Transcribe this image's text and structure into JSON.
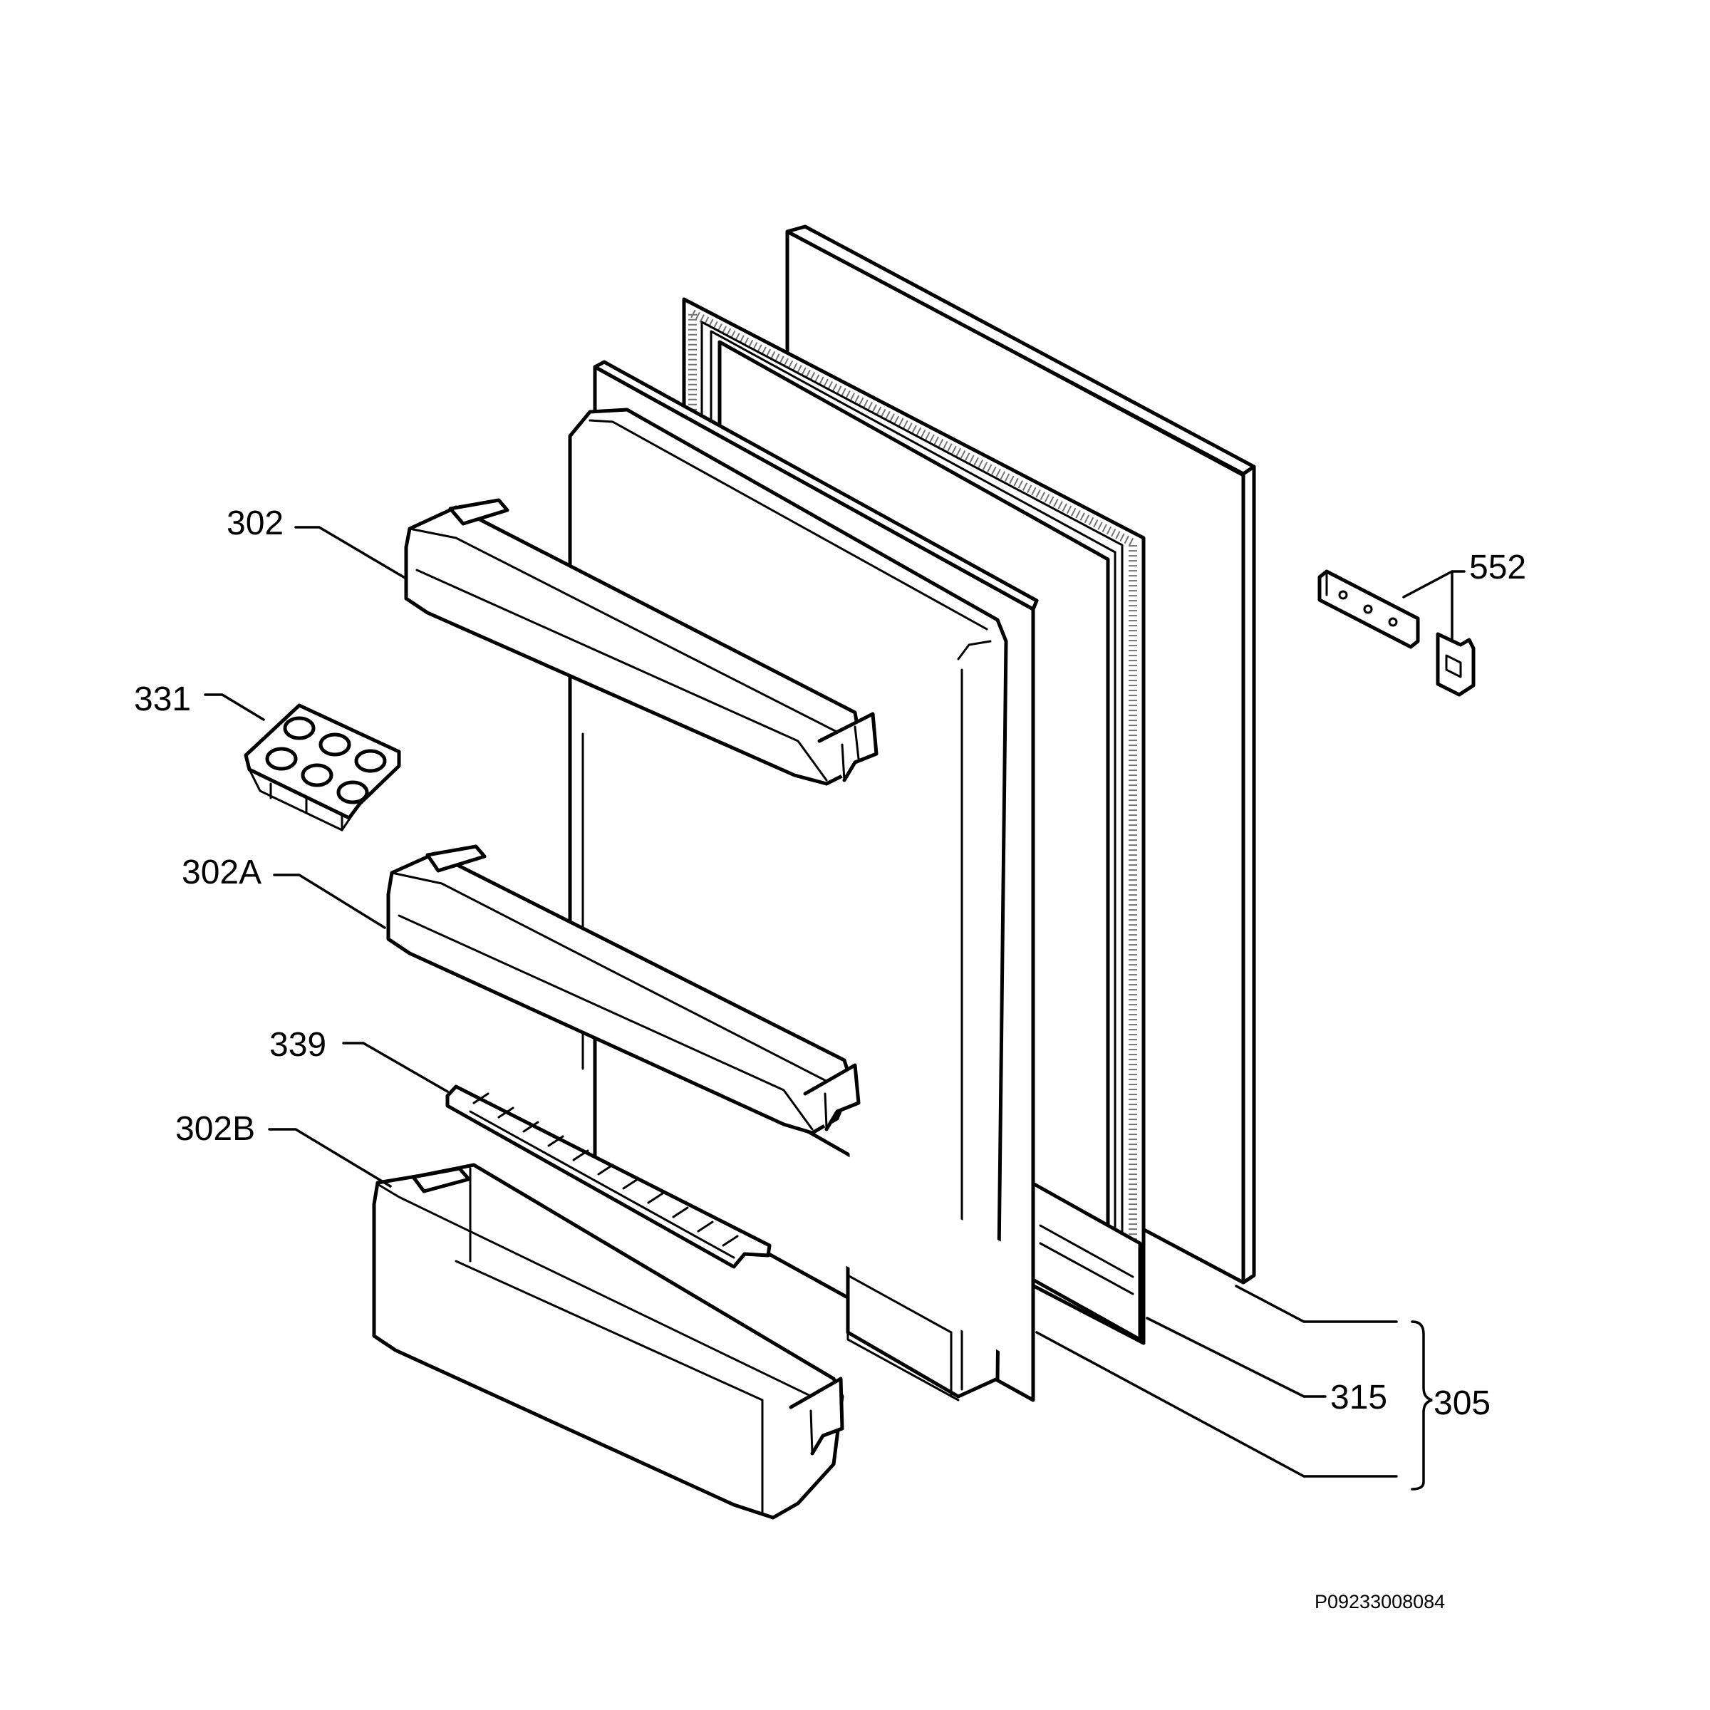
{
  "diagram": {
    "code": "P09233008084",
    "labels": {
      "door_shelf_top": "302",
      "egg_tray": "331",
      "door_shelf_middle": "302A",
      "bottle_retainer": "339",
      "door_shelf_bottom": "302B",
      "hinge_bracket": "552",
      "gasket": "315",
      "door_assembly": "305"
    }
  }
}
